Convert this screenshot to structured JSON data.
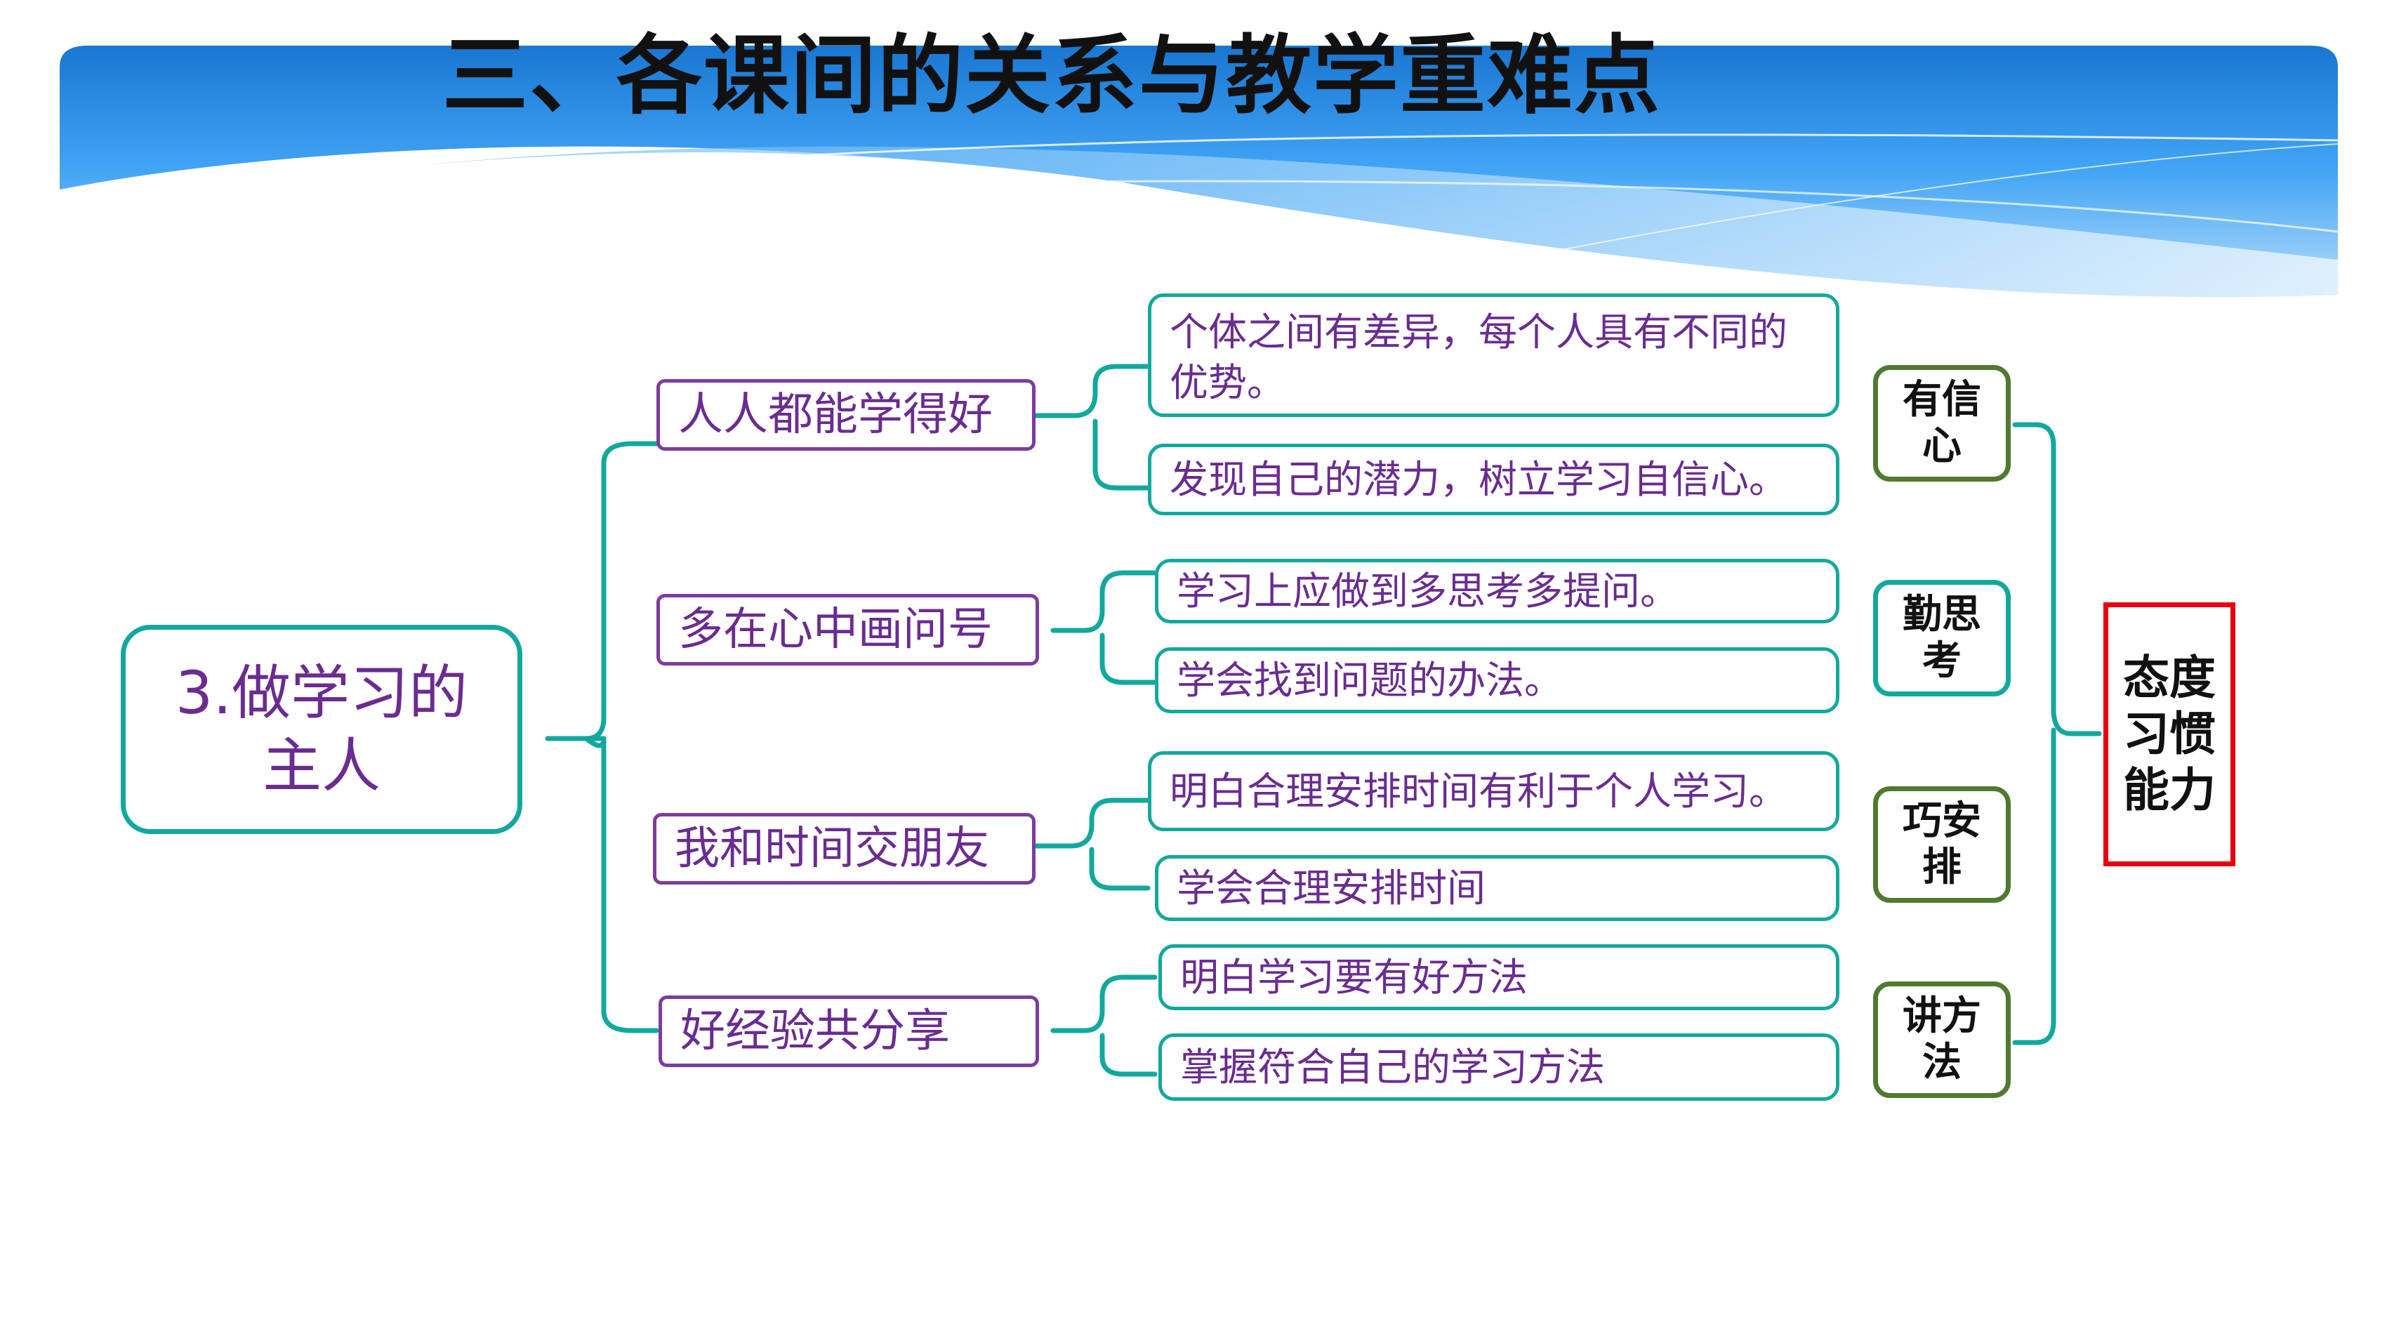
{
  "title": "三、各课间的关系与教学重难点",
  "colors": {
    "teal": "#13a89e",
    "purple": "#7e3ba0",
    "text_purple": "#6b2c91",
    "green": "#4f7a2f",
    "red": "#e60012",
    "banner": "#1e88e5"
  },
  "root": {
    "label": "3.做学习的主人"
  },
  "topics": [
    {
      "label": "人人都能学得好",
      "details": [
        "个体之间有差异，每个人具有不同的优势。",
        "发现自己的潜力，树立学习自信心。"
      ]
    },
    {
      "label": "多在心中画问号",
      "details": [
        "学习上应做到多思考多提问。",
        "学会找到问题的办法。"
      ]
    },
    {
      "label": "我和时间交朋友",
      "details": [
        "明白合理安排时间有利于个人学习。",
        "学会合理安排时间"
      ]
    },
    {
      "label": "好经验共分享",
      "details": [
        "明白学习要有好方法",
        "掌握符合自己的学习方法"
      ]
    }
  ],
  "badges": [
    "有信心",
    "勤思考",
    "巧安排",
    "讲方法"
  ],
  "summary": "态度习惯能力"
}
